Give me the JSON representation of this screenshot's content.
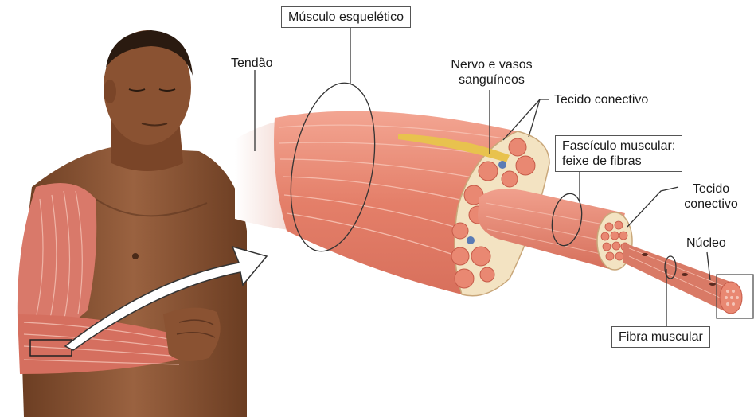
{
  "labels": {
    "skeletal_muscle": "Músculo esquelético",
    "tendon": "Tendão",
    "nerve_vessels_1": "Nervo e vasos",
    "nerve_vessels_2": "sanguíneos",
    "connective_tissue_top": "Tecido conectivo",
    "fascicle_1": "Fascículo muscular:",
    "fascicle_2": "feixe de fibras",
    "connective_tissue_right_1": "Tecido",
    "connective_tissue_right_2": "conectivo",
    "nucleus": "Núcleo",
    "muscle_fiber": "Fibra muscular"
  },
  "colors": {
    "muscle": "#e98872",
    "muscle_dark": "#c65a48",
    "muscle_light": "#f6b4a2",
    "connective": "#f4e6c4",
    "skin": "#8a5434",
    "skin_dark": "#5e3520",
    "nerve": "#e0c050",
    "vessel": "#5a7bb5",
    "line": "#333333"
  }
}
